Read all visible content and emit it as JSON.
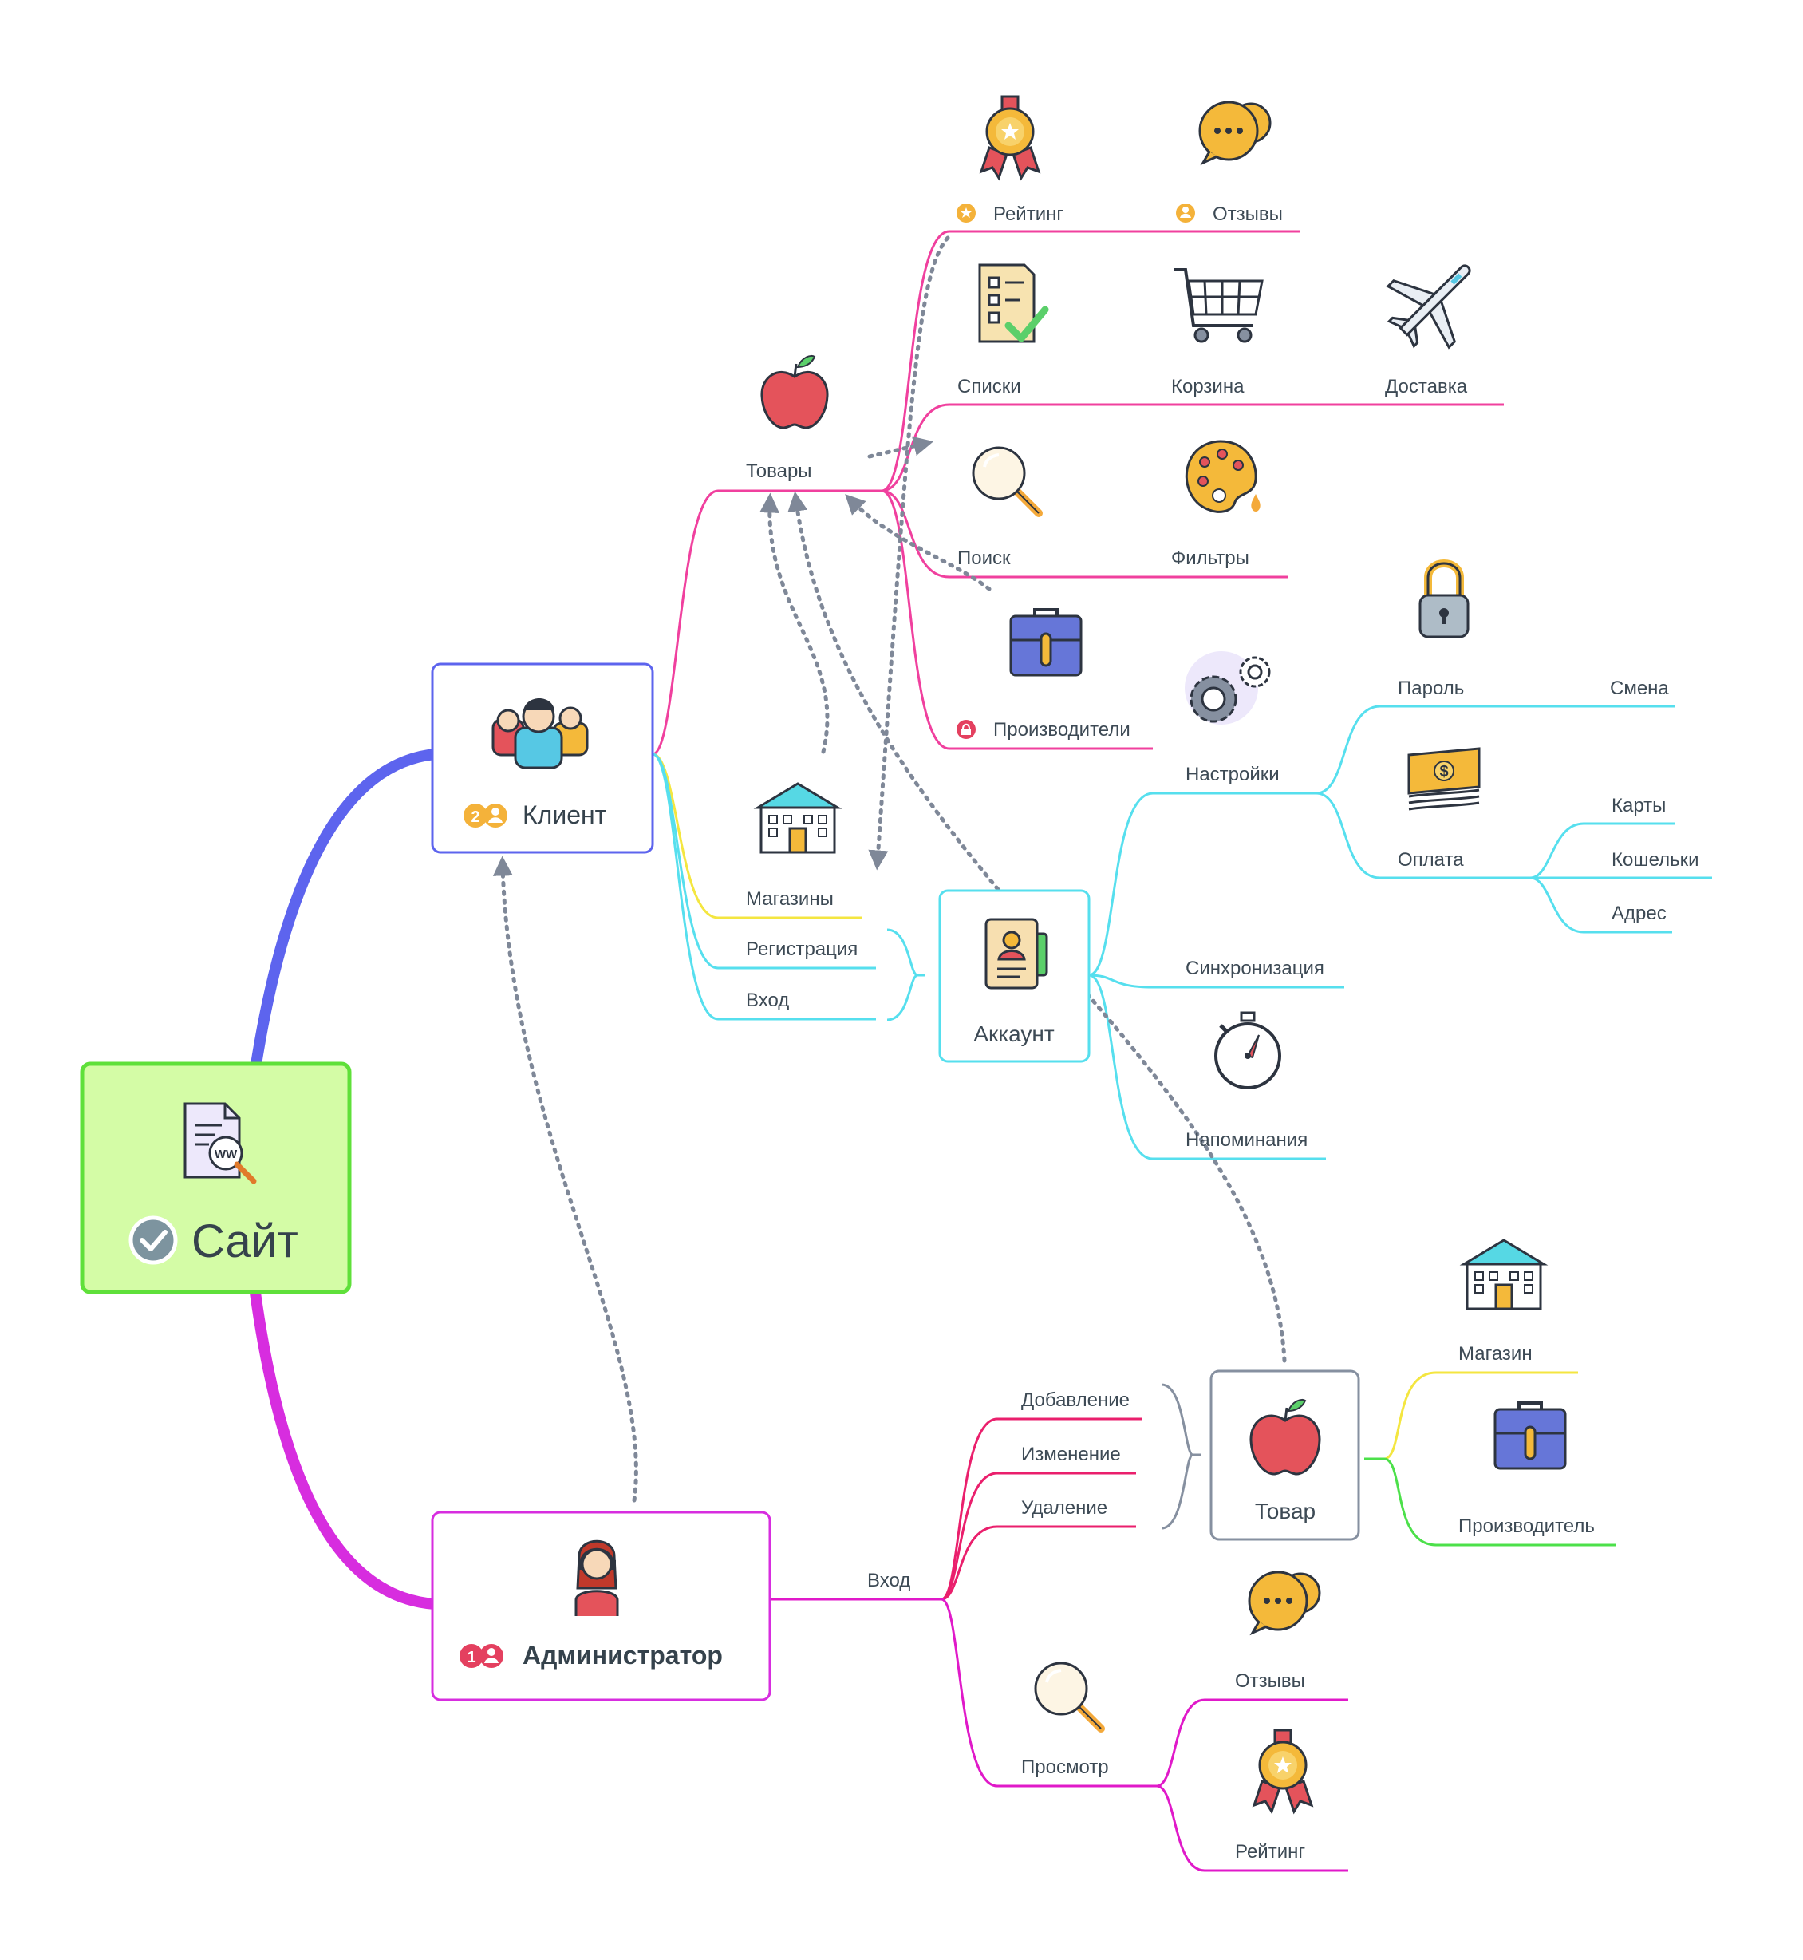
{
  "root": {
    "title": "Сайт"
  },
  "client": {
    "title": "Клиент",
    "priority_badge": "2",
    "branches": {
      "goods": "Товары",
      "rating": "Рейтинг",
      "reviews": "Отзывы",
      "lists": "Списки",
      "cart": "Корзина",
      "delivery": "Доставка",
      "search": "Поиск",
      "filters": "Фильтры",
      "producers": "Производители",
      "stores": "Магазины",
      "registration": "Регистрация",
      "login": "Вход"
    }
  },
  "account": {
    "title": "Аккаунт",
    "settings": "Настройки",
    "password": "Пароль",
    "change": "Смена",
    "payment": "Оплата",
    "cards": "Карты",
    "wallets": "Кошельки",
    "address": "Адрес",
    "sync": "Синхронизация",
    "reminders": "Напоминания"
  },
  "admin": {
    "title": "Администратор",
    "priority_badge": "1",
    "login": "Вход",
    "add": "Добавление",
    "edit": "Изменение",
    "delete": "Удаление",
    "view": "Просмотр",
    "reviews": "Отзывы",
    "rating": "Рейтинг"
  },
  "product": {
    "title": "Товар",
    "store": "Магазин",
    "producer": "Производитель"
  },
  "colors": {
    "root_border": "#5fe03a",
    "root_fill": "#d4fca6",
    "client_border": "#5d64ee",
    "admin_border": "#d72ddf",
    "pink": "#f0409e",
    "cyan": "#56dfee",
    "yellow": "#f4e640",
    "magenta": "#e019c9",
    "crimson": "#ea1f6c",
    "green": "#4ce04a",
    "grey": "#8690a0",
    "dotted": "#7f8898"
  }
}
